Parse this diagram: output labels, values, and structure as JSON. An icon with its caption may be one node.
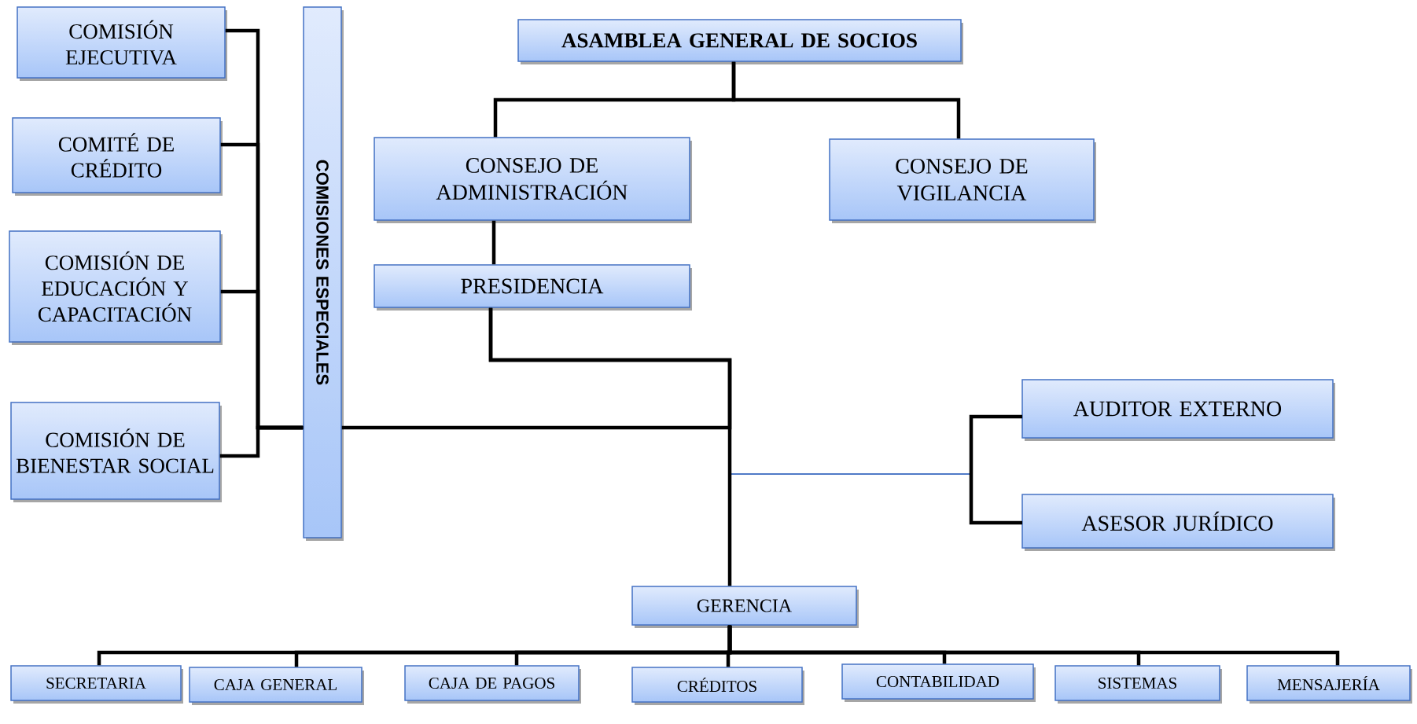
{
  "diagram": {
    "nodes": [
      {
        "text": [
          "ASAMBLEA GENERAL DE SOCIOS"
        ]
      },
      {
        "text": [
          "CONSEJO DE ADMINISTRACIÓN"
        ]
      },
      {
        "text": [
          "CONSEJO DE VIGILANCIA"
        ]
      },
      {
        "text": [
          "PRESIDENCIA"
        ]
      },
      {
        "text": [
          "GERENCIA"
        ]
      },
      {
        "text": [
          "COMISIÓN EJECUTIVA"
        ]
      },
      {
        "text": [
          "COMITÉ DE CRÉDITO"
        ]
      },
      {
        "text": [
          "COMISIÓN DE EDUCACIÓN Y CAPACITACIÓN"
        ]
      },
      {
        "text": [
          "COMISIÓN DE BIENESTAR SOCIAL"
        ]
      },
      {
        "text": [
          "COMISIONES ESPECIALES"
        ]
      },
      {
        "text": [
          "AUDITOR EXTERNO"
        ]
      },
      {
        "text": [
          "ASESOR JURÍDICO"
        ]
      },
      {
        "text": [
          "SECRETARIA"
        ]
      },
      {
        "text": [
          "CAJA GENERAL"
        ]
      },
      {
        "text": [
          "CAJA DE PAGOS"
        ]
      },
      {
        "text": [
          "CRÉDITOS"
        ]
      },
      {
        "text": [
          "CONTABILIDAD"
        ]
      },
      {
        "text": [
          "SISTEMAS"
        ]
      },
      {
        "text": [
          "MENSAJERÍA"
        ]
      }
    ],
    "edges": [
      {
        "from": 0,
        "to": 1,
        "arrow": "none"
      },
      {
        "from": 0,
        "to": 2,
        "arrow": "none"
      },
      {
        "from": 1,
        "to": 3,
        "arrow": "none"
      },
      {
        "from": 3,
        "to": 4,
        "arrow": "none"
      },
      {
        "from": 3,
        "to": 9,
        "arrow": "none"
      },
      {
        "from": 9,
        "to": 5,
        "arrow": "none"
      },
      {
        "from": 9,
        "to": 6,
        "arrow": "none"
      },
      {
        "from": 9,
        "to": 7,
        "arrow": "none"
      },
      {
        "from": 9,
        "to": 8,
        "arrow": "none"
      },
      {
        "from": 3,
        "to": 10,
        "arrow": "none",
        "color": "#4472c4"
      },
      {
        "from": 3,
        "to": 11,
        "arrow": "none",
        "color": "#4472c4"
      },
      {
        "from": 4,
        "to": 12,
        "arrow": "none"
      },
      {
        "from": 4,
        "to": 13,
        "arrow": "none"
      },
      {
        "from": 4,
        "to": 14,
        "arrow": "none"
      },
      {
        "from": 4,
        "to": 15,
        "arrow": "none"
      },
      {
        "from": 4,
        "to": 16,
        "arrow": "none"
      },
      {
        "from": 4,
        "to": 17,
        "arrow": "none"
      },
      {
        "from": 4,
        "to": 18,
        "arrow": "none"
      }
    ]
  }
}
